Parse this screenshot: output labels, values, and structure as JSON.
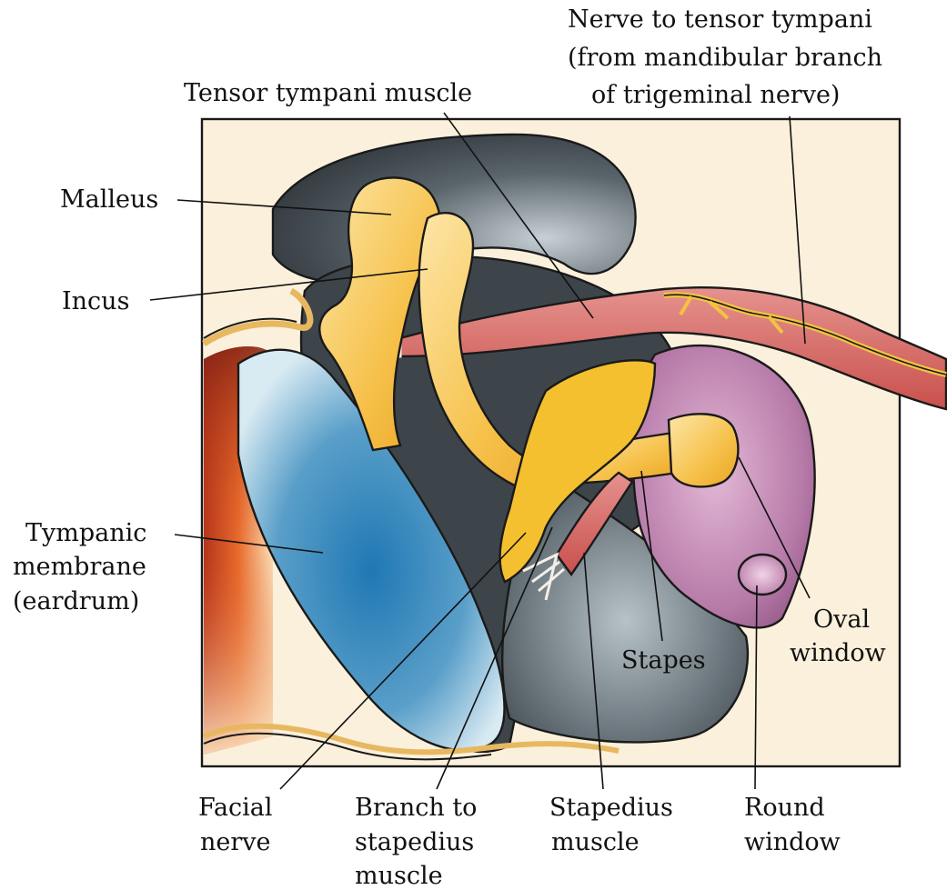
{
  "labels": {
    "nerve_to_tensor": [
      "Nerve to tensor tympani",
      "(from mandibular branch",
      "of trigeminal nerve)"
    ],
    "tensor_tympani_muscle": [
      "Tensor tympani muscle"
    ],
    "malleus": [
      "Malleus"
    ],
    "incus": [
      "Incus"
    ],
    "tympanic_membrane": [
      "Tympanic",
      "membrane",
      "(eardrum)"
    ],
    "oval_window": [
      "Oval",
      "window"
    ],
    "stapes": [
      "Stapes"
    ],
    "facial_nerve": [
      "Facial",
      "nerve"
    ],
    "branch_to_stapedius": [
      "Branch to",
      "stapedius",
      "muscle"
    ],
    "stapedius_muscle": [
      "Stapedius",
      "muscle"
    ],
    "round_window": [
      "Round",
      "window"
    ]
  },
  "colors": {
    "background_box": "#fbf0dc",
    "cavity_dark": "#3d454b",
    "cavity_light": "#9aa5ab",
    "ossicle": "#f7c24a",
    "ossicle_light": "#fde09a",
    "eardrum": "#2d84b8",
    "eardrum_light": "#d6e8f1",
    "muscle": "#e48a86",
    "inner_ear": "#b97bab",
    "outer_canal": "#d9622a"
  }
}
